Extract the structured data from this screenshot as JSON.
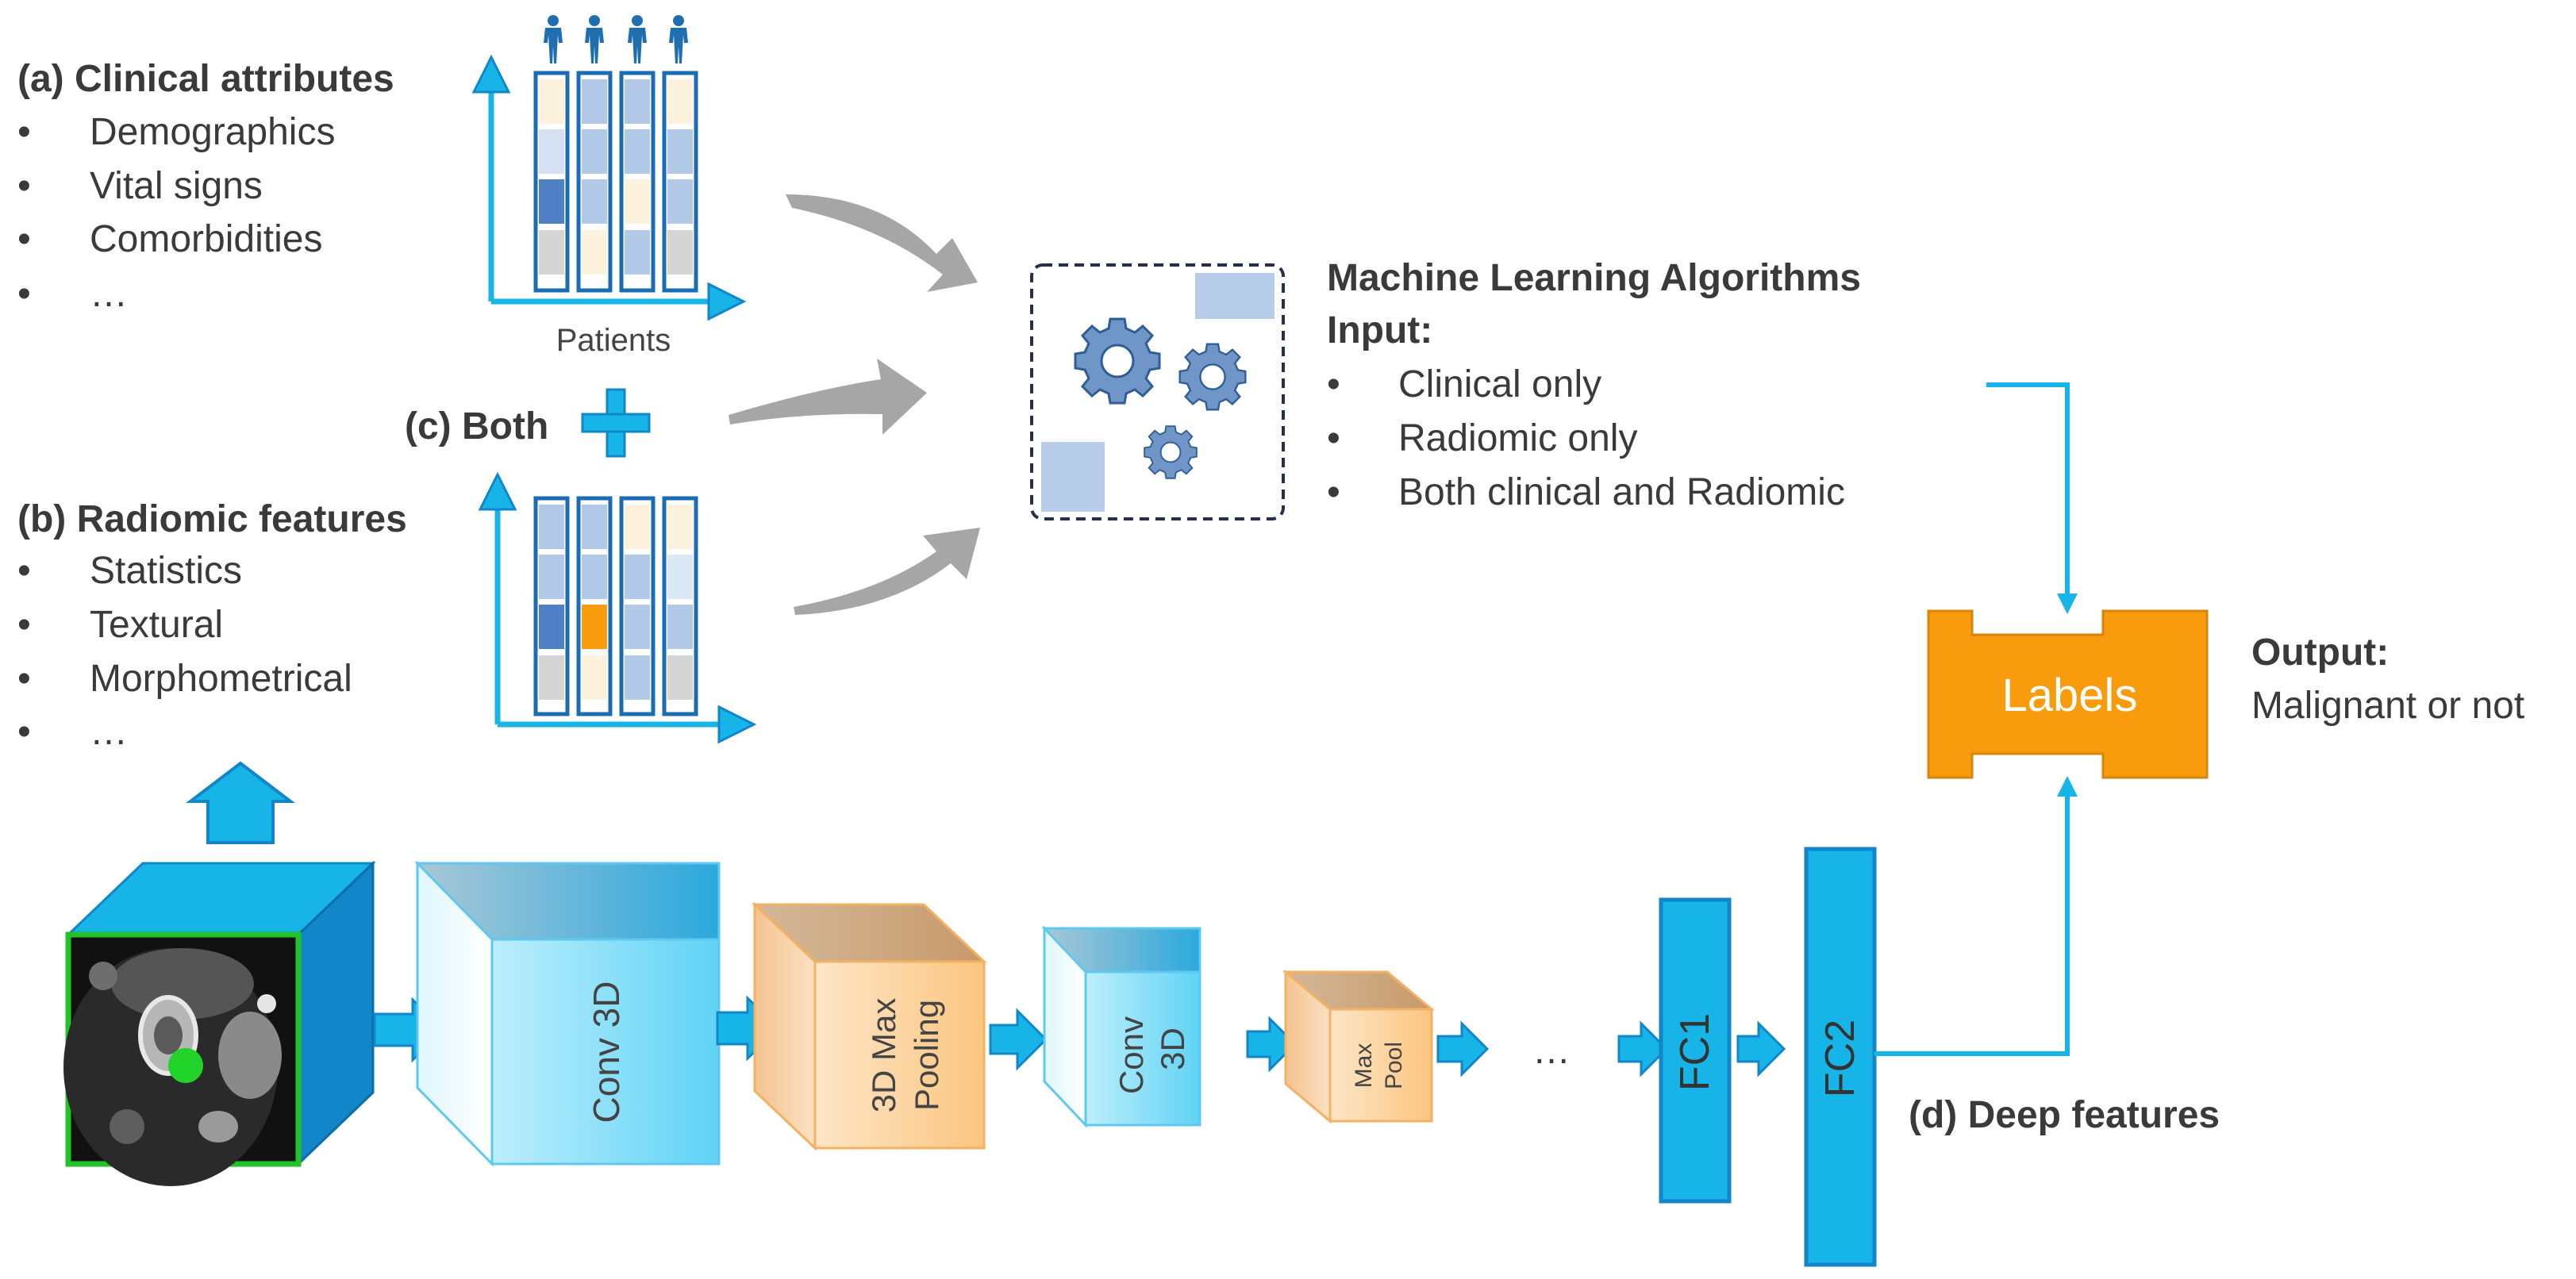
{
  "clinical": {
    "title": "(a) Clinical attributes",
    "items": [
      "Demographics",
      "Vital signs",
      "Comorbidities",
      "…"
    ],
    "bullet": "•",
    "axis_label": "Patients"
  },
  "both": {
    "label": "(c) Both"
  },
  "radiomic": {
    "title": "(b) Radiomic features",
    "items": [
      "Statistics",
      "Textural",
      "Morphometrical",
      "…"
    ],
    "bullet": "•"
  },
  "ml": {
    "title": "Machine Learning Algorithms",
    "input_label": "Input:",
    "bullet": "•",
    "inputs": [
      "Clinical only",
      "Radiomic only",
      "Both clinical and Radiomic"
    ]
  },
  "labels_box": {
    "text": "Labels"
  },
  "output": {
    "title": "Output:",
    "value": "Malignant or not"
  },
  "network": {
    "conv1": "Conv 3D",
    "pool1": [
      "3D Max",
      "Pooling"
    ],
    "conv2": [
      "Conv",
      "3D"
    ],
    "pool2": [
      "Max",
      "Pool"
    ],
    "ellipsis": "…",
    "fc1": "FC1",
    "fc2": "FC2"
  },
  "deep": {
    "label": "(d) Deep features"
  },
  "colors": {
    "cyan": "#17b4e8",
    "cyan_dark": "#1186c9",
    "orange": "#f89c0e",
    "gray_arrow": "#a6a6a6",
    "text": "#3a3a3a",
    "green_outline": "#22c22a"
  },
  "icons": [
    "person-icon",
    "gears-icon",
    "plus-icon",
    "ct-scan-image"
  ]
}
